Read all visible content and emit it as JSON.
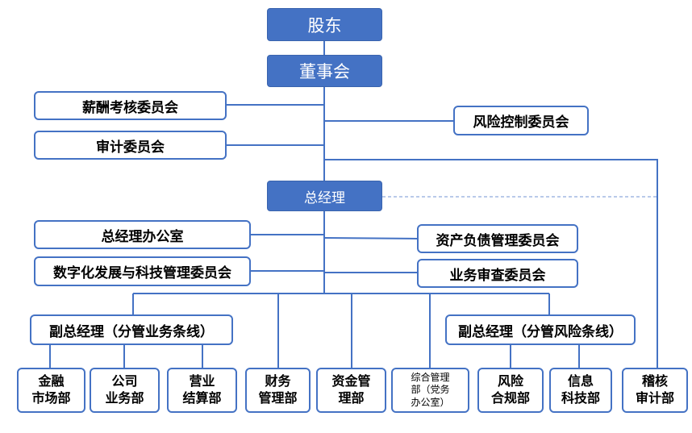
{
  "nodes": {
    "shareholders": "股东",
    "board": "董事会",
    "compensation_committee": "薪酬考核委员会",
    "audit_committee": "审计委员会",
    "risk_control_committee": "风险控制委员会",
    "general_manager": "总经理",
    "gm_office": "总经理办公室",
    "digital_tech_committee": "数字化发展与科技管理委员会",
    "alm_committee": "资产负债管理委员会",
    "business_review_committee": "业务审查委员会",
    "deputy_gm_business": "副总经理（分管业务条线）",
    "deputy_gm_risk": "副总经理（分管风险条线）"
  },
  "departments": {
    "financial_markets": [
      "金融",
      "市场部"
    ],
    "corporate_business": [
      "公司",
      "业务部"
    ],
    "operations_settlement": [
      "营业",
      "结算部"
    ],
    "finance": [
      "财务",
      "管理部"
    ],
    "treasury": [
      "资金管",
      "理部"
    ],
    "general_affairs": [
      "综合管理",
      "部（党务",
      "办公室）"
    ],
    "risk_compliance": [
      "风险",
      "合规部"
    ],
    "information_tech": [
      "信息",
      "科技部"
    ],
    "audit": [
      "稽核",
      "审计部"
    ]
  },
  "colors": {
    "accent": "#4472C4",
    "line": "#4472C4",
    "dashed_line": "#8FAADC"
  }
}
